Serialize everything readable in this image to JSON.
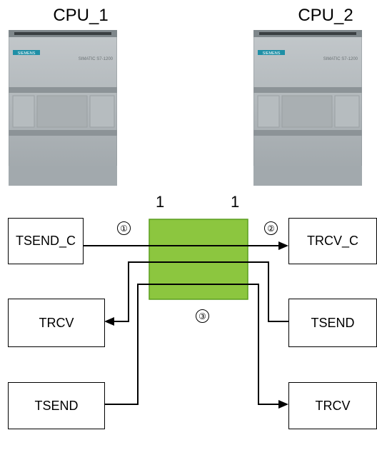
{
  "cpus": [
    {
      "title": "CPU_1",
      "brand": "SIEMENS",
      "model": "SIMATIC S7-1200"
    },
    {
      "title": "CPU_2",
      "brand": "SIEMENS",
      "model": "SIMATIC S7-1200"
    }
  ],
  "connection": {
    "left_count": "1",
    "right_count": "1"
  },
  "markers": {
    "m1": "①",
    "m2": "②",
    "m3": "③"
  },
  "left_blocks": [
    "TSEND_C",
    "TRCV",
    "TSEND"
  ],
  "right_blocks": [
    "TRCV_C",
    "TSEND",
    "TRCV"
  ],
  "colors": {
    "connection_box": "#8cc63f",
    "connection_border": "#5a9e1e",
    "plc_body": "#aeb4b7"
  }
}
